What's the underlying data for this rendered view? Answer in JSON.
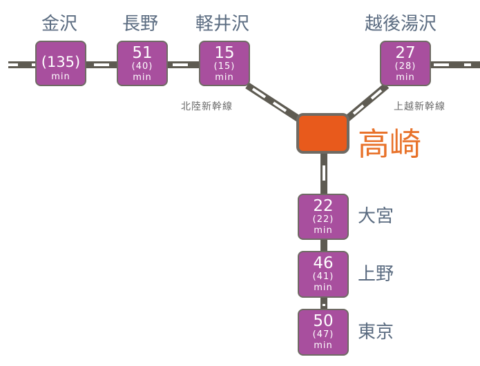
{
  "colors": {
    "station_box": "#a84f9e",
    "hub_box": "#e85a1c",
    "track": "#5e5b52",
    "hub_label": "#e8722a",
    "station_label": "#5a6b80"
  },
  "hub": {
    "name": "高崎"
  },
  "lines": {
    "hokuriku": "北陸新幹線",
    "joetsu": "上越新幹線"
  },
  "stations": [
    {
      "name": "金沢",
      "time": "",
      "time_alt": "(135)",
      "unit": "min"
    },
    {
      "name": "長野",
      "time": "51",
      "time_alt": "(40)",
      "unit": "min"
    },
    {
      "name": "軽井沢",
      "time": "15",
      "time_alt": "(15)",
      "unit": "min"
    },
    {
      "name": "越後湯沢",
      "time": "27",
      "time_alt": "(28)",
      "unit": "min"
    },
    {
      "name": "大宮",
      "time": "22",
      "time_alt": "(22)",
      "unit": "min"
    },
    {
      "name": "上野",
      "time": "46",
      "time_alt": "(41)",
      "unit": "min"
    },
    {
      "name": "東京",
      "time": "50",
      "time_alt": "(47)",
      "unit": "min"
    }
  ]
}
